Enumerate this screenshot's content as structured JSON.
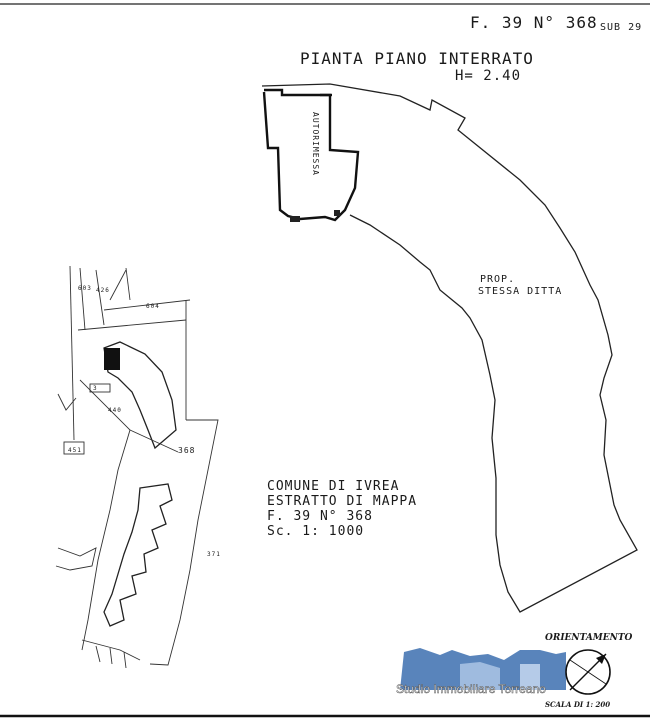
{
  "header": {
    "reference": "F. 39 N° 368",
    "sub": "SUB 29"
  },
  "plan": {
    "title": "PIANTA PIANO INTERRATO",
    "height": "H= 2.40",
    "room_label": "AUTORIMESSA",
    "owner_label_line1": "PROP.",
    "owner_label_line2": "STESSA DITTA"
  },
  "map_extract": {
    "line1": "COMUNE DI IVREA",
    "line2": "ESTRATTO DI MAPPA",
    "line3": "F. 39 N° 368",
    "line4": "Sc. 1: 1000",
    "parcel_main": "368",
    "parcel_small": "371",
    "parcel_labels": [
      "603",
      "426",
      "604",
      "3",
      "440",
      "451"
    ]
  },
  "footer": {
    "orientation_label": "ORIENTAMENTO",
    "scale_label": "SCALA DI 1: 200",
    "watermark": "Studio Immobiliare Torreano"
  }
}
